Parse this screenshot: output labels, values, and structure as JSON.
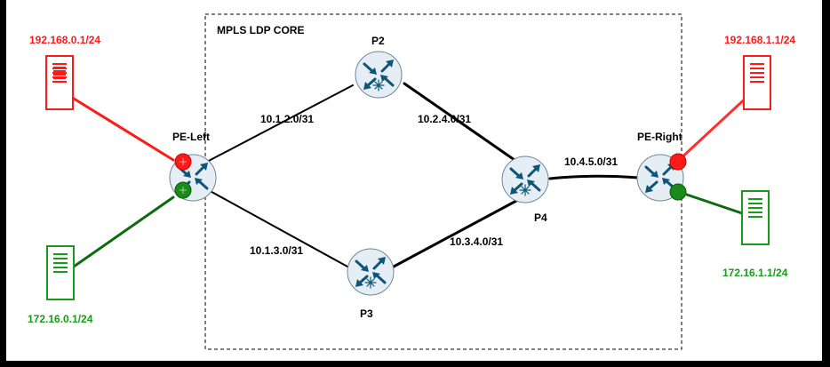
{
  "core": {
    "title": "MPLS LDP CORE"
  },
  "routers": {
    "pe_left": "PE-Left",
    "pe_right": "PE-Right",
    "p2": "P2",
    "p3": "P3",
    "p4": "P4"
  },
  "links": {
    "pe_left_p2": "10.1.2.0/31",
    "pe_left_p3": "10.1.3.0/31",
    "p2_p4": "10.2.4.0/31",
    "p3_p4": "10.3.4.0/31",
    "p4_pe_right": "10.4.5.0/31"
  },
  "hosts": {
    "left_red": "192.168.0.1/24",
    "left_green": "172.16.0.1/24",
    "right_red": "192.168.1.1/24",
    "right_green": "172.16.1.1/24"
  },
  "colors": {
    "red": "#ff1a1a",
    "green": "#1a9a1a",
    "router_fill": "#e6eef5",
    "router_icon": "#0e5577"
  }
}
